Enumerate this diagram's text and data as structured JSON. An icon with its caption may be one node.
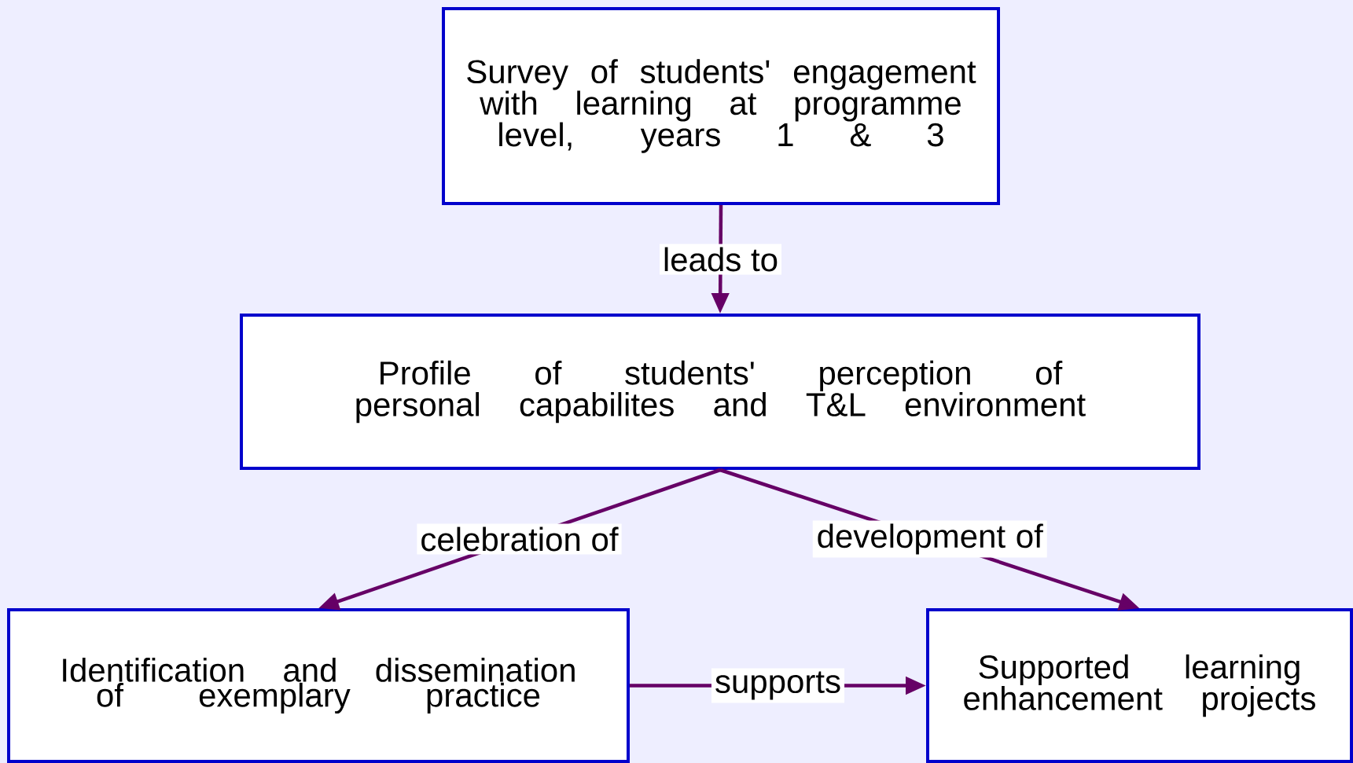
{
  "diagram": {
    "nodes": [
      {
        "text": [
          "Survey of students' engagement with learning at programme level, years 1 & 3"
        ]
      },
      {
        "text": [
          "Profile of students' perception of personal capabilites and T&L environment"
        ]
      },
      {
        "text": [
          "Identification and dissemination of exemplary practice"
        ]
      },
      {
        "text": [
          "Supported learning enhancement projects"
        ]
      }
    ],
    "edges": [
      {
        "from": 0,
        "to": 1,
        "arrow": "to",
        "label": "leads to"
      },
      {
        "from": 1,
        "to": 2,
        "arrow": "to",
        "label": "celebration of"
      },
      {
        "from": 1,
        "to": 3,
        "arrow": "to",
        "label": "development of"
      },
      {
        "from": 2,
        "to": 3,
        "arrow": "to",
        "label": "supports"
      }
    ]
  }
}
